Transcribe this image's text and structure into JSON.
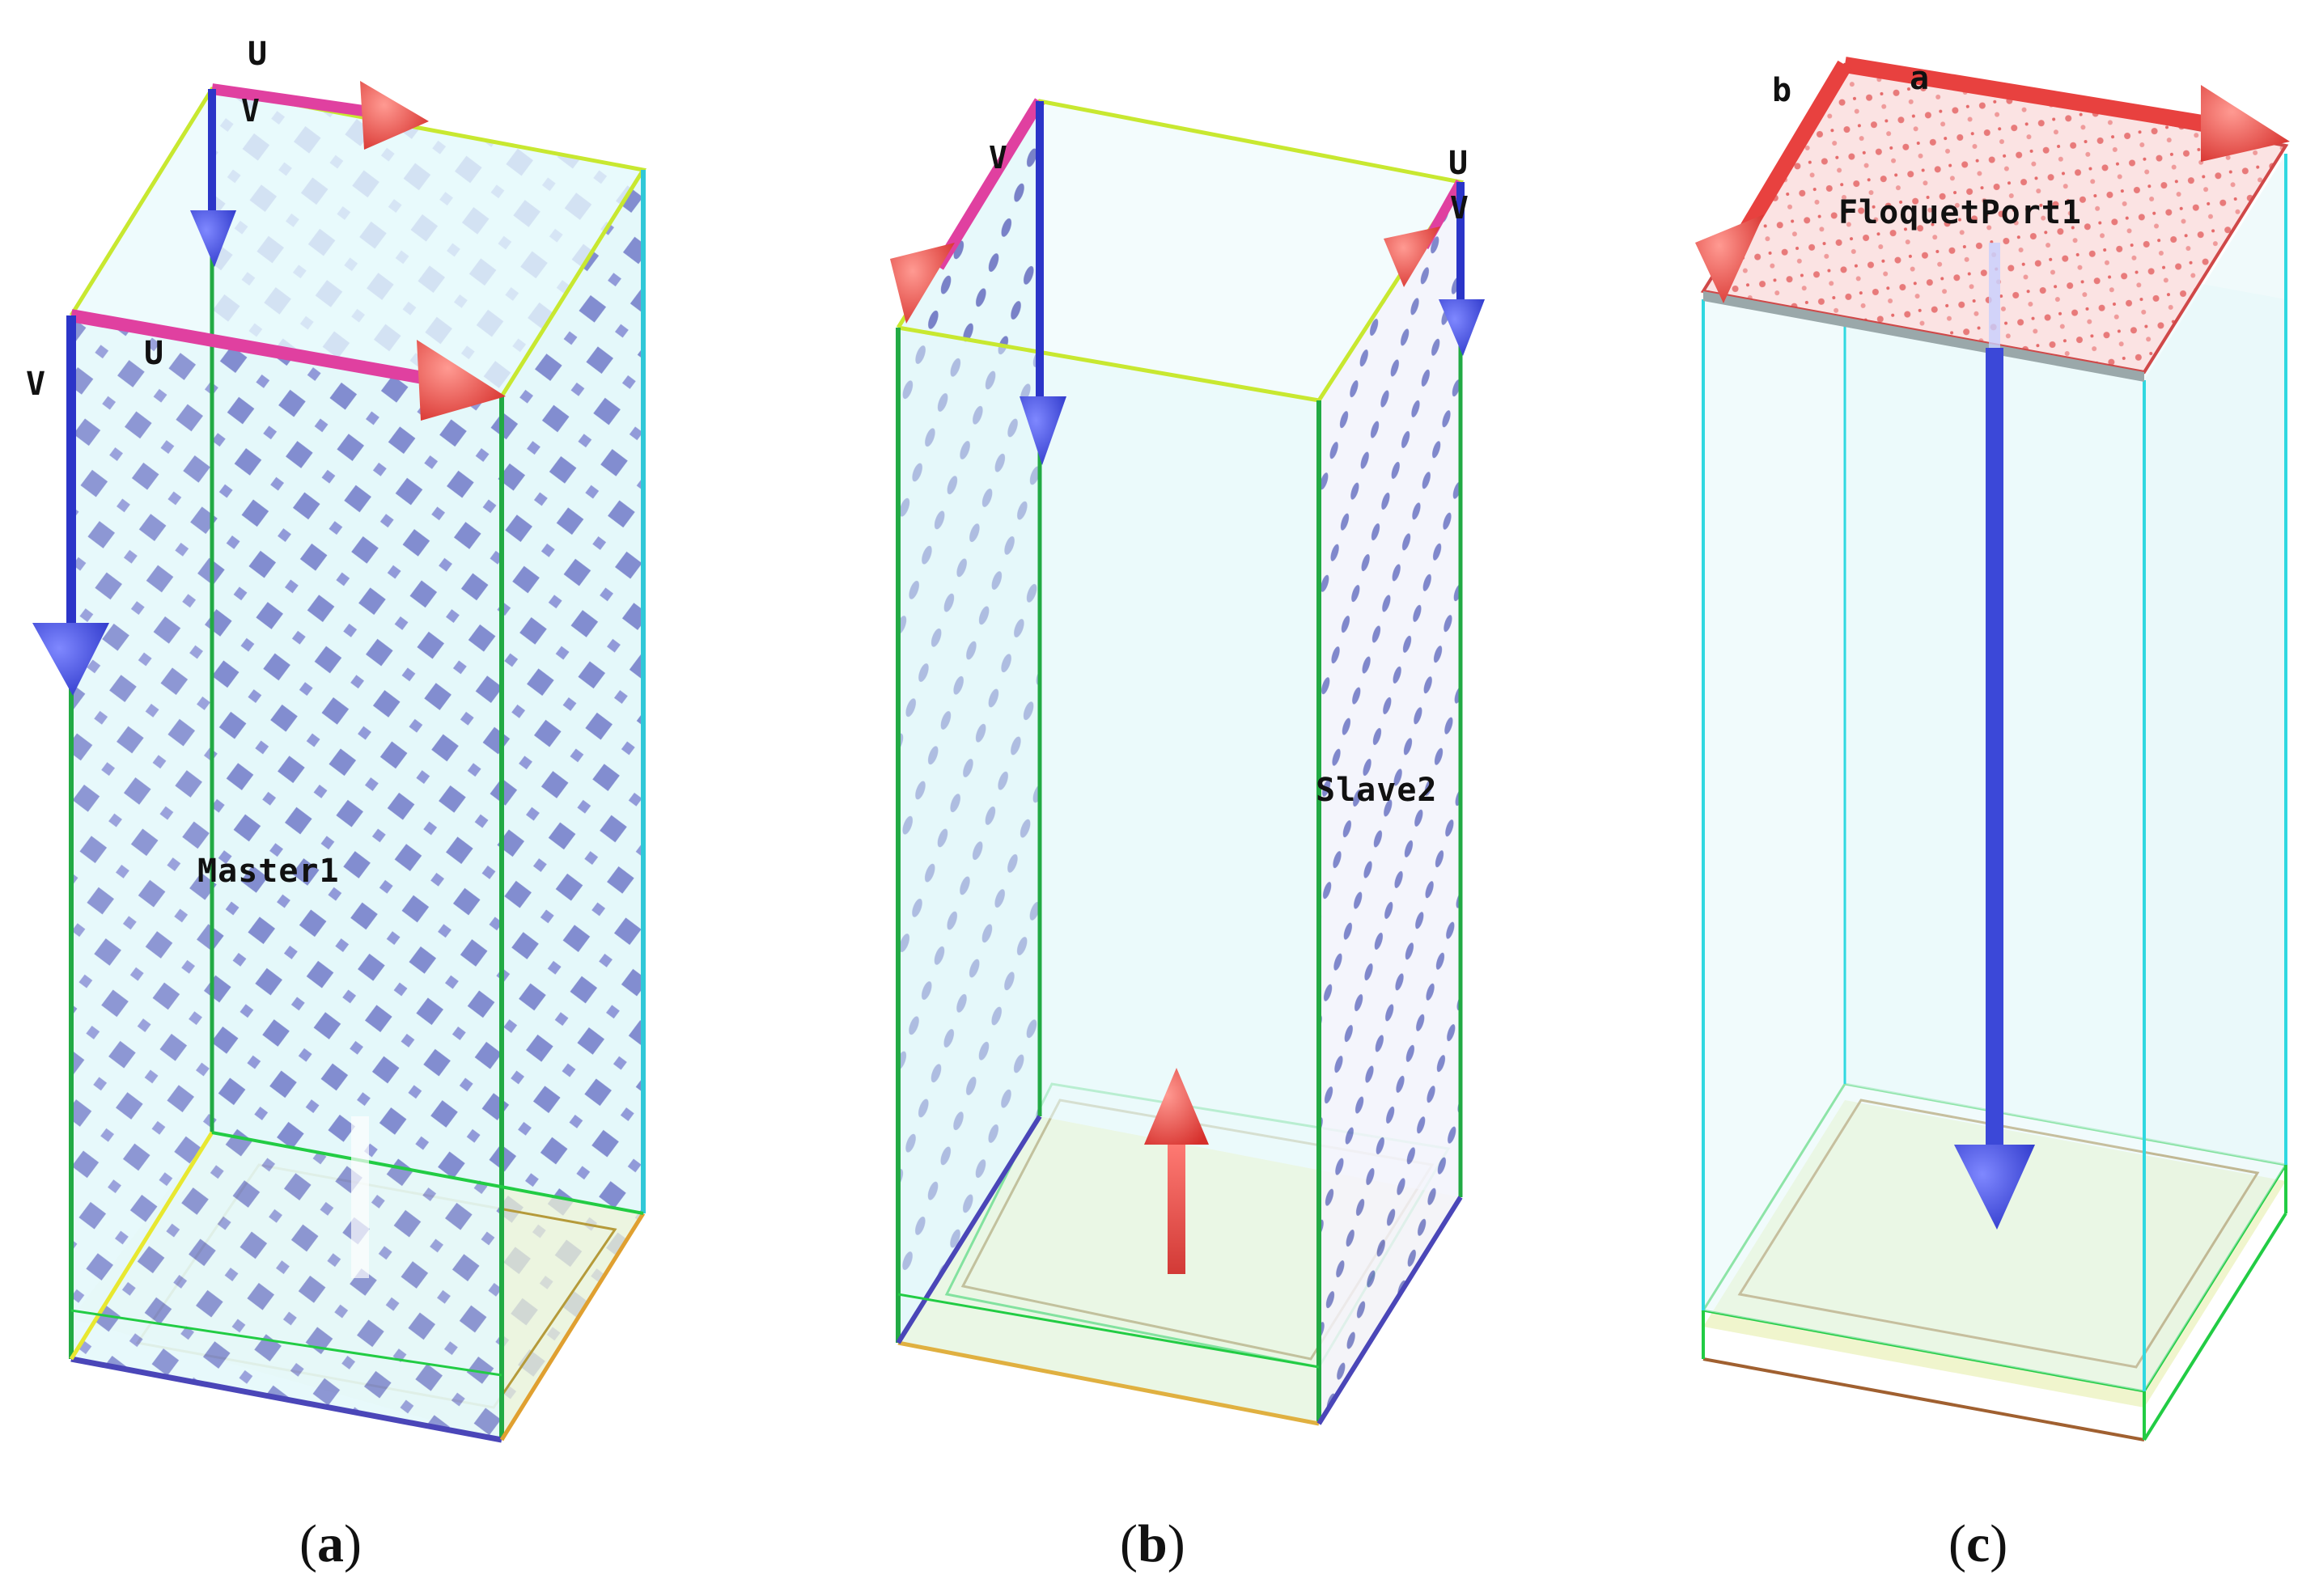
{
  "panels": [
    {
      "caption": "a",
      "face_label": "Master1",
      "top_arrow_labels": {
        "u": "U",
        "v": "V"
      },
      "front_arrow_labels": {
        "u": "U",
        "v": "V"
      }
    },
    {
      "caption": "b",
      "face_label": "Slave2",
      "left_arrow_label": "V",
      "right_arrow_labels": {
        "u": "U",
        "v": "V"
      }
    },
    {
      "caption": "c",
      "port_label": "FloquetPort1",
      "edge_labels": {
        "a": "a",
        "b": "b"
      }
    }
  ],
  "colors": {
    "box_fill": "#dff6f8",
    "pattern_dot": "#6f78c8",
    "arrow_red": "#e8413f",
    "arrow_magenta": "#e040a0",
    "arrow_blue": "#3b48d8",
    "edge_green": "#22cc44",
    "edge_yellow": "#c8e830",
    "edge_cyan": "#30d8e0",
    "floor_fill": "#eef4c8",
    "port_fill": "#f6d6d6"
  }
}
